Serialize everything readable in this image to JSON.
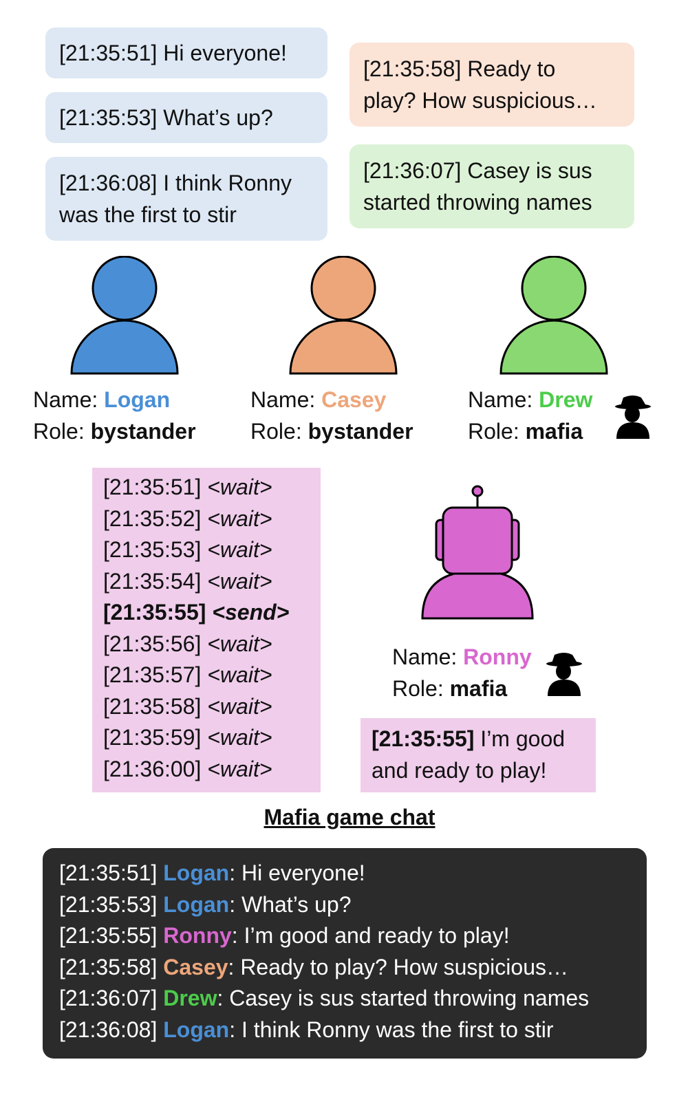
{
  "colors": {
    "logan": "#4a8fd6",
    "casey": "#eda67a",
    "drew": "#4ccc4a",
    "ronny": "#d867cf",
    "bubble_logan": "#dde8f4",
    "bubble_casey": "#fbe3d6",
    "bubble_drew": "#dcf2d6",
    "bot_panel": "#f0cdeb",
    "chat_bg": "#2b2b2b"
  },
  "bubbles": {
    "logan_1": "[21:35:51] Hi everyone!",
    "logan_2": "[21:35:53] What’s up?",
    "logan_3_line1": "[21:36:08] I think Ronny",
    "logan_3_line2": "was the first to stir",
    "casey_1_line1": "[21:35:58] Ready to",
    "casey_1_line2": "play? How suspicious…",
    "drew_1_line1": "[21:36:07] Casey is sus",
    "drew_1_line2": "started throwing names"
  },
  "labels": {
    "name": "Name: ",
    "role": "Role: "
  },
  "players": [
    {
      "name": "Logan",
      "role": "bystander",
      "icon": "person-icon"
    },
    {
      "name": "Casey",
      "role": "bystander",
      "icon": "person-icon"
    },
    {
      "name": "Drew",
      "role": "mafia",
      "icon": "person-icon"
    }
  ],
  "bot": {
    "name": "Ronny",
    "role": "mafia",
    "icon": "robot-icon"
  },
  "decision_log": [
    {
      "time": "[21:35:51]",
      "action": "<wait>"
    },
    {
      "time": "[21:35:52]",
      "action": "<wait>"
    },
    {
      "time": "[21:35:53]",
      "action": "<wait>"
    },
    {
      "time": "[21:35:54]",
      "action": "<wait>"
    },
    {
      "time": "[21:35:55]",
      "action": "<send>"
    },
    {
      "time": "[21:35:56]",
      "action": "<wait>"
    },
    {
      "time": "[21:35:57]",
      "action": "<wait>"
    },
    {
      "time": "[21:35:58]",
      "action": "<wait>"
    },
    {
      "time": "[21:35:59]",
      "action": "<wait>"
    },
    {
      "time": "[21:36:00]",
      "action": "<wait>"
    }
  ],
  "ronny_message": {
    "time": "[21:35:55]",
    "text_line1": " I’m good",
    "text_line2": "and ready to play!"
  },
  "chat_title": "Mafia game chat",
  "chat": [
    {
      "time": "[21:35:51] ",
      "who": "Logan",
      "text": ": Hi everyone!"
    },
    {
      "time": "[21:35:53] ",
      "who": "Logan",
      "text": ": What’s up?"
    },
    {
      "time": "[21:35:55] ",
      "who": "Ronny",
      "text": ": I’m good and ready to play!"
    },
    {
      "time": "[21:35:58] ",
      "who": "Casey",
      "text": ": Ready to play? How suspicious…"
    },
    {
      "time": "[21:36:07] ",
      "who": "Drew",
      "text": ": Casey is sus started throwing names"
    },
    {
      "time": "[21:36:08] ",
      "who": "Logan",
      "text": ": I think Ronny was the first to stir"
    }
  ]
}
